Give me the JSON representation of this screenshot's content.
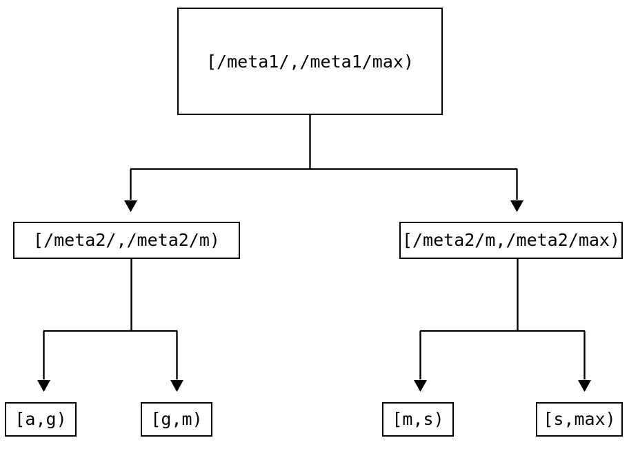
{
  "diagram": {
    "type": "binary-tree",
    "title": "",
    "background_color": "#ffffff",
    "line_color": "#000000",
    "text_color": "#000000",
    "nodes": {
      "root": {
        "label": "[/meta1/,/meta1/max)",
        "level": 0
      },
      "mid_left": {
        "label": "[/meta2/,/meta2/m)",
        "level": 1
      },
      "mid_right": {
        "label": "[/meta2/m,/meta2/max)",
        "level": 1
      },
      "leaf_1": {
        "label": "[a,g)",
        "level": 2
      },
      "leaf_2": {
        "label": "[g,m)",
        "level": 2
      },
      "leaf_3": {
        "label": "[m,s)",
        "level": 2
      },
      "leaf_4": {
        "label": "[s,max)",
        "level": 2
      }
    },
    "edges": [
      {
        "from": "root",
        "to": "mid_left",
        "arrow": "triangle-down"
      },
      {
        "from": "root",
        "to": "mid_right",
        "arrow": "triangle-down"
      },
      {
        "from": "mid_left",
        "to": "leaf_1",
        "arrow": "triangle-down"
      },
      {
        "from": "mid_left",
        "to": "leaf_2",
        "arrow": "triangle-down"
      },
      {
        "from": "mid_right",
        "to": "leaf_3",
        "arrow": "triangle-down"
      },
      {
        "from": "mid_right",
        "to": "leaf_4",
        "arrow": "triangle-down"
      }
    ]
  }
}
